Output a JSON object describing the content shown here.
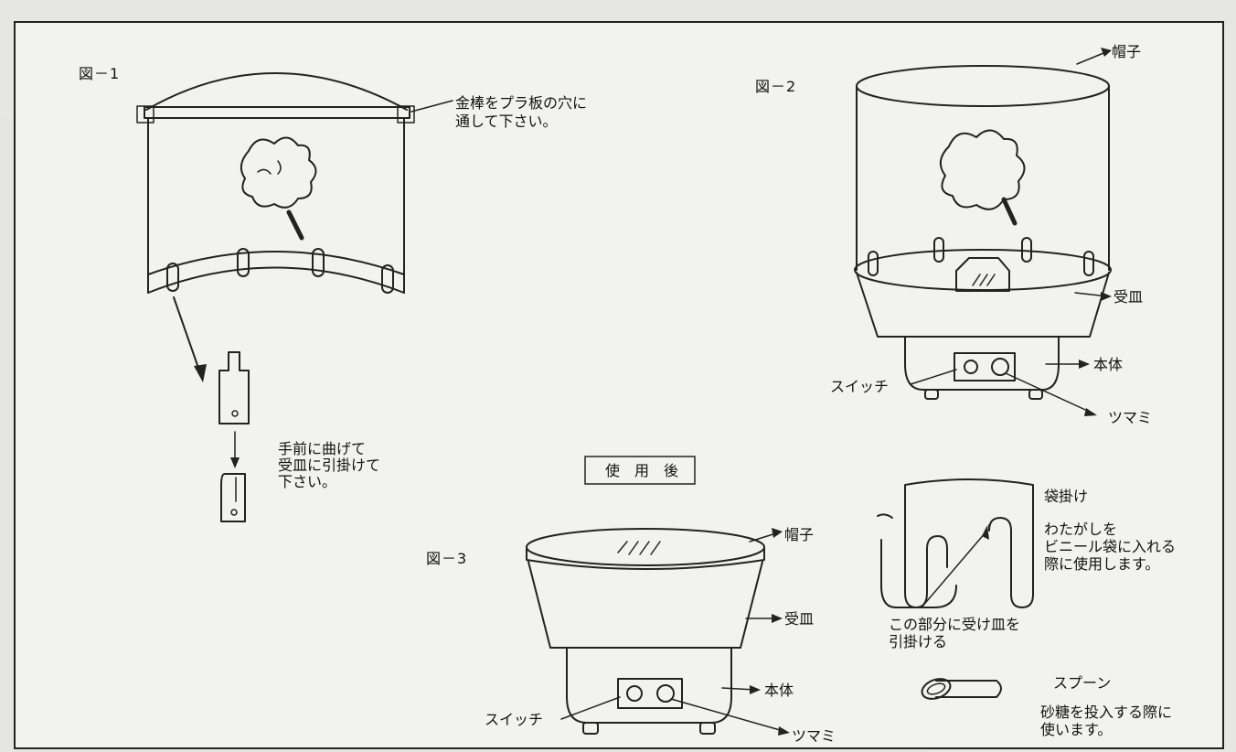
{
  "figures": {
    "fig1": {
      "title": "図－1",
      "note_rod": [
        "金棒をプラ板の穴に",
        "通して下さい。"
      ],
      "note_bend": [
        "手前に曲げて",
        "受皿に引掛けて",
        "下さい。"
      ]
    },
    "fig2": {
      "title": "図－2",
      "labels": {
        "hat": "帽子",
        "tray": "受皿",
        "body": "本体",
        "switch": "スイッチ",
        "knob": "ツマミ"
      }
    },
    "fig3": {
      "title": "図－3",
      "after_use": "使　用　後",
      "labels": {
        "hat": "帽子",
        "tray": "受皿",
        "body": "本体",
        "switch": "スイッチ",
        "knob": "ツマミ"
      }
    },
    "bag_hanger": {
      "title": "袋掛け",
      "desc": [
        "わたがしを",
        "ビニール袋に入れる",
        "際に使用します。"
      ],
      "hook_note": [
        "この部分に受け皿を",
        "引掛ける"
      ]
    },
    "spoon": {
      "title": "スプーン",
      "desc": [
        "砂糖を投入する際に",
        "使います。"
      ]
    }
  }
}
